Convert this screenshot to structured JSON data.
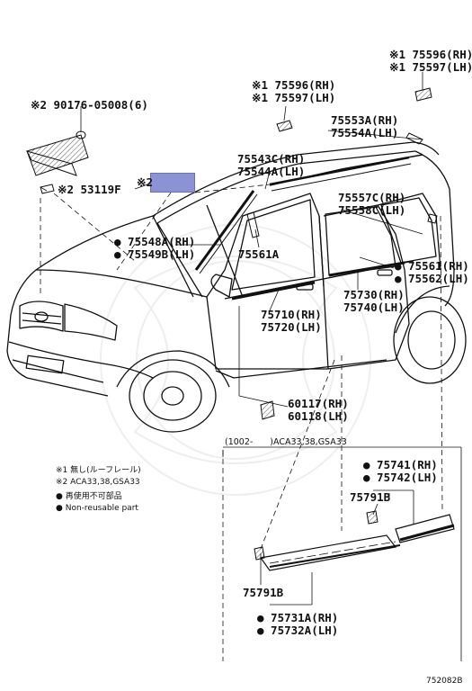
{
  "parts": {
    "roof_rack_cover_a": [
      "※1 75596(RH)",
      "※1 75597(LH)"
    ],
    "roof_rack_cover_b": [
      "※1 75596(RH)",
      "※1 75597(LH)"
    ],
    "clip_top": "※2 90176-05008(6)",
    "roof_item": "※2 53119F",
    "roof_highlight_marker": "※2",
    "roof_drip_rear": [
      "75553A(RH)",
      "75554A(LH)"
    ],
    "roof_drip_front": [
      "75543C(RH)",
      "75544A(LH)"
    ],
    "roof_drip_mid": [
      "75557C(RH)",
      "75558C(LH)"
    ],
    "windshield_moulding": [
      "● 75548A(RH)",
      "● 75549B(LH)"
    ],
    "pillar_part": "75561A",
    "belt_rear": [
      "● 75561(RH)",
      "● 75562(LH)"
    ],
    "belt_rear_door": [
      "75730(RH)",
      "75740(LH)"
    ],
    "belt_front_door": [
      "75710(RH)",
      "75720(LH)"
    ],
    "mirror_cover": [
      "60117(RH)",
      "60118(LH)"
    ],
    "variant_header": "(1002-　　)ACA33,38,GSA33",
    "rear_rocker": [
      "● 75741(RH)",
      "● 75742(LH)"
    ],
    "rear_clip": "75791B",
    "front_clip": "75791B",
    "front_rocker": [
      "● 75731A(RH)",
      "● 75732A(LH)"
    ]
  },
  "notes": [
    "※1 無し(ルーフレール)",
    "※2 ACA33,38,GSA33",
    "● 再使用不可部品",
    "● Non-reusable part"
  ],
  "diagram_id": "752082B",
  "colors": {
    "highlight": "#8c93d4",
    "line": "#111111"
  }
}
